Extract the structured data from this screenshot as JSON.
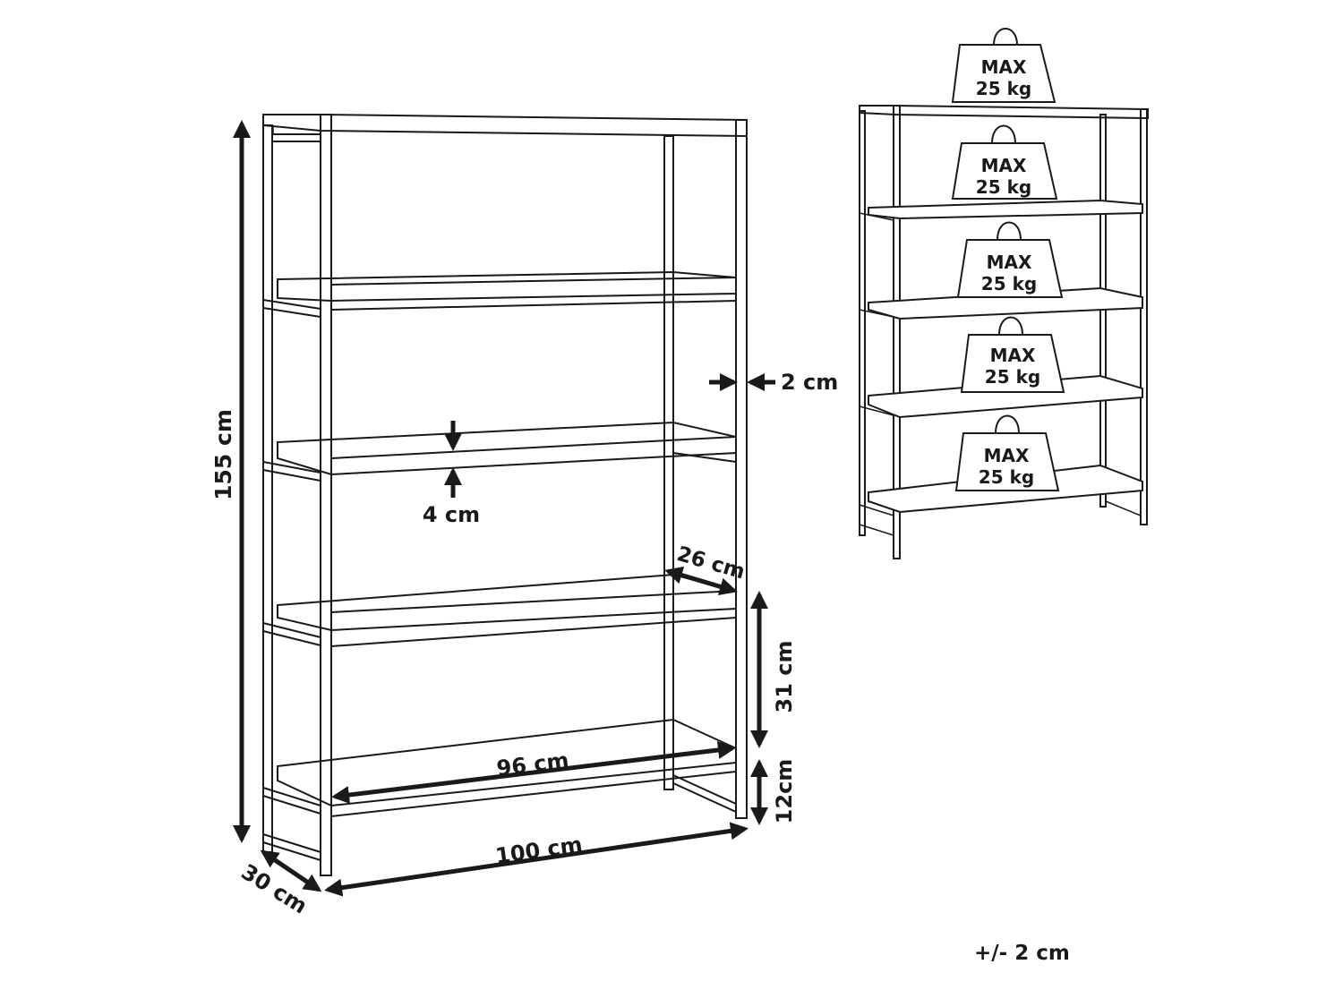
{
  "dimensions": {
    "height": "155 cm",
    "width": "100 cm",
    "depth": "30 cm",
    "inner_width": "96 cm",
    "shelf_depth": "26 cm",
    "shelf_thickness": "4 cm",
    "frame_thickness": "2 cm",
    "shelf_spacing": "31 cm",
    "bottom_clearance": "12cm"
  },
  "load_labels": [
    {
      "max": "MAX",
      "weight": "25 kg"
    },
    {
      "max": "MAX",
      "weight": "25 kg"
    },
    {
      "max": "MAX",
      "weight": "25 kg"
    },
    {
      "max": "MAX",
      "weight": "25 kg"
    },
    {
      "max": "MAX",
      "weight": "25 kg"
    }
  ],
  "tolerance": "+/- 2 cm",
  "colors": {
    "line": "#1a1a1a",
    "background": "#ffffff"
  },
  "icons": [
    "weight-icon",
    "dimension-arrow"
  ]
}
